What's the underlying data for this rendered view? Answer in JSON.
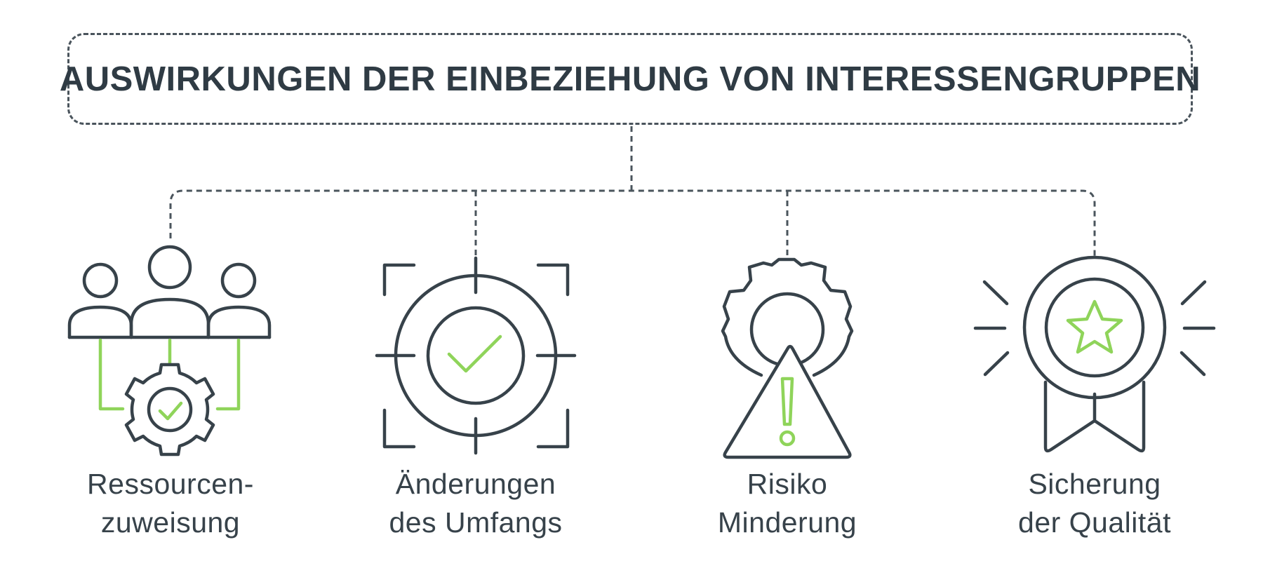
{
  "title": "AUSWIRKUNGEN DER EINBEZIEHUNG VON INTERESSENGRUPPEN",
  "colors": {
    "dark": "#37424a",
    "accent": "#8fd45a",
    "connector": "#4a545c"
  },
  "items": [
    {
      "line1": "Ressourcen-",
      "line2": "zuweisung",
      "icon": "team-gear-check-icon"
    },
    {
      "line1": "Änderungen",
      "line2": "des Umfangs",
      "icon": "target-check-icon"
    },
    {
      "line1": "Risiko",
      "line2": "Minderung",
      "icon": "gear-warning-icon"
    },
    {
      "line1": "Sicherung",
      "line2": "der Qualität",
      "icon": "award-star-icon"
    }
  ]
}
